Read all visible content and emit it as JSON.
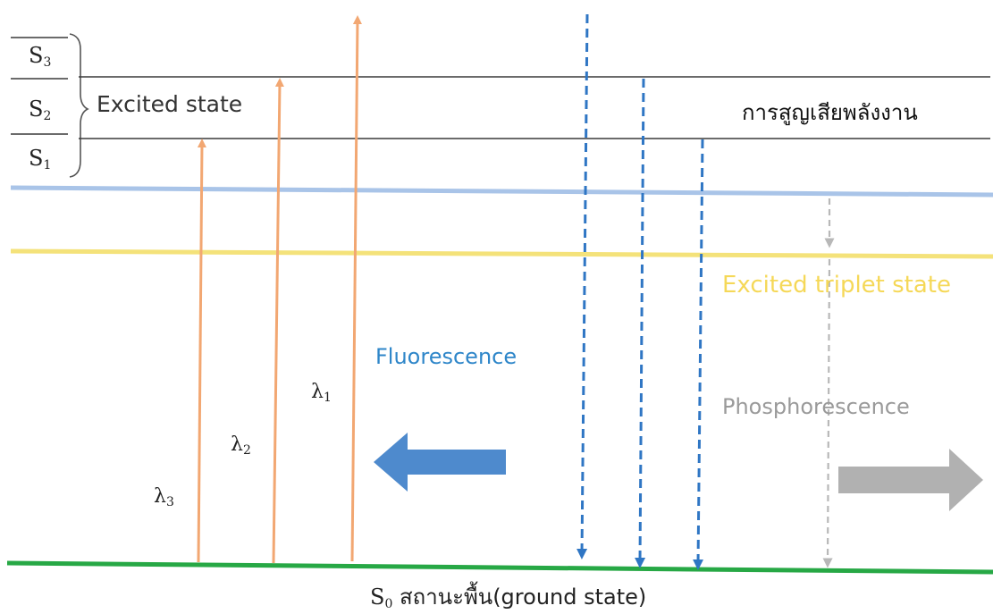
{
  "levels": {
    "s3": {
      "letter": "S",
      "sub": "3"
    },
    "s2": {
      "letter": "S",
      "sub": "2"
    },
    "s1": {
      "letter": "S",
      "sub": "1"
    },
    "s0": {
      "letter": "S",
      "sub": "0"
    }
  },
  "labels": {
    "excited_state": "Excited state",
    "energy_loss": "การสูญเสียพลังงาน",
    "excited_triplet_state": "Excited triplet state",
    "fluorescence": "Fluorescence",
    "phosphorescence": "Phosphorescence",
    "ground_state": "สถานะพื้น(ground state)"
  },
  "wavelengths": [
    {
      "symbol": "λ",
      "sub": "1"
    },
    {
      "symbol": "λ",
      "sub": "2"
    },
    {
      "symbol": "λ",
      "sub": "3"
    }
  ],
  "colors": {
    "level_line": "#3a3a3a",
    "singlet_line": "#a9c4e8",
    "triplet_line": "#f4e27a",
    "ground_line": "#27a845",
    "absorption_arrow": "#f2a772",
    "fluorescence_arrow": "#2f76c4",
    "phosphorescence_arrow": "#a8a8a8"
  },
  "icons": {
    "fluorescence_direction": "arrow-left-icon",
    "phosphorescence_direction": "arrow-right-icon",
    "brace": "curly-brace-icon"
  }
}
